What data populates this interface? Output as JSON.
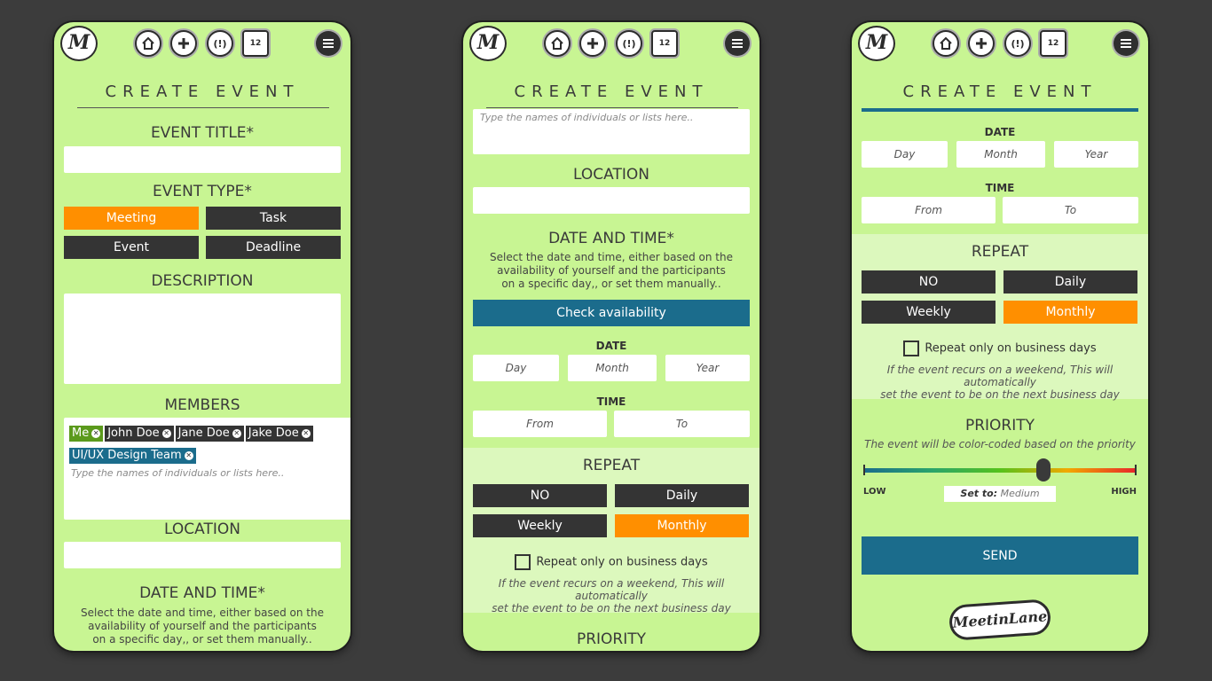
{
  "logo_text": "M",
  "nav": {
    "home_icon": "home-icon",
    "add_icon": "plus-icon",
    "alert_glyph": "(!)",
    "calendar_glyph": "12"
  },
  "title": "CREATE EVENT",
  "sections": {
    "event_title": "EVENT TITLE*",
    "event_type": "EVENT TYPE*",
    "description": "DESCRIPTION",
    "members": "MEMBERS",
    "location": "LOCATION",
    "date_time": "DATE AND TIME*",
    "repeat": "REPEAT",
    "priority": "PRIORITY"
  },
  "event_types": [
    "Meeting",
    "Task",
    "Event",
    "Deadline"
  ],
  "selected_event_type": "Meeting",
  "members": [
    "Me",
    "John Doe",
    "Jane Doe",
    "Jake Doe",
    "UI/UX Design Team"
  ],
  "members_placeholder": "Type the names of individuals or lists here..",
  "date_time_help": [
    "Select the date and time, either based on the",
    "availability of yourself and the participants",
    "on a specific day,, or set them manually.."
  ],
  "check_availability": "Check availability",
  "date_label": "DATE",
  "date_fields": [
    "Day",
    "Month",
    "Year"
  ],
  "time_label": "TIME",
  "time_fields": [
    "From",
    "To"
  ],
  "repeat_options": [
    "NO",
    "Daily",
    "Weekly",
    "Monthly"
  ],
  "selected_repeat": "Monthly",
  "business_days": "Repeat only on business days",
  "business_days_note": [
    "If the event recurs on a weekend, This will automatically",
    "set the event to be on the next business day"
  ],
  "priority_note": "The event will be color-coded based on the priority",
  "priority_low": "LOW",
  "priority_high": "HIGH",
  "priority_set_label": "Set to:",
  "priority_value": "Medium",
  "priority_level": 0.66,
  "send": "SEND",
  "brand": "MeetinLane",
  "colors": {
    "background": "#3c3c3c",
    "panel": "#c8f593",
    "band": "#dcf8bd",
    "selected": "#ff8f00",
    "dark_button": "#343434",
    "blue": "#1b6c8c"
  }
}
